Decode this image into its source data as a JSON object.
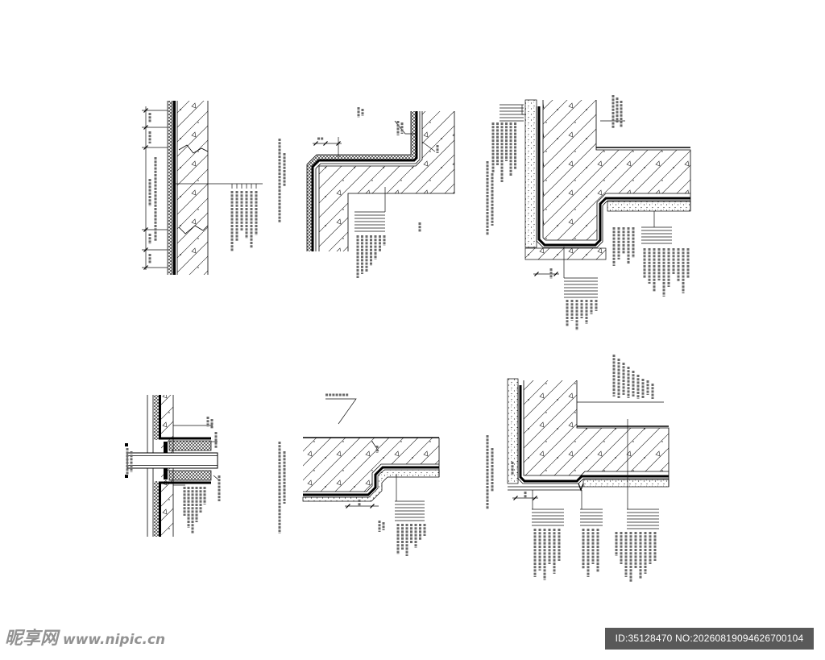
{
  "watermark": {
    "logo_text": "昵享网",
    "site": "www.nipic.cn"
  },
  "image_id": "ID:35128470 NO:20260819094626700104",
  "colors": {
    "background": "#ffffff",
    "line": "#000000",
    "annotation": "#6a6a6a",
    "id_bar": "#3c3c3c",
    "id_text": "#ffffff"
  }
}
